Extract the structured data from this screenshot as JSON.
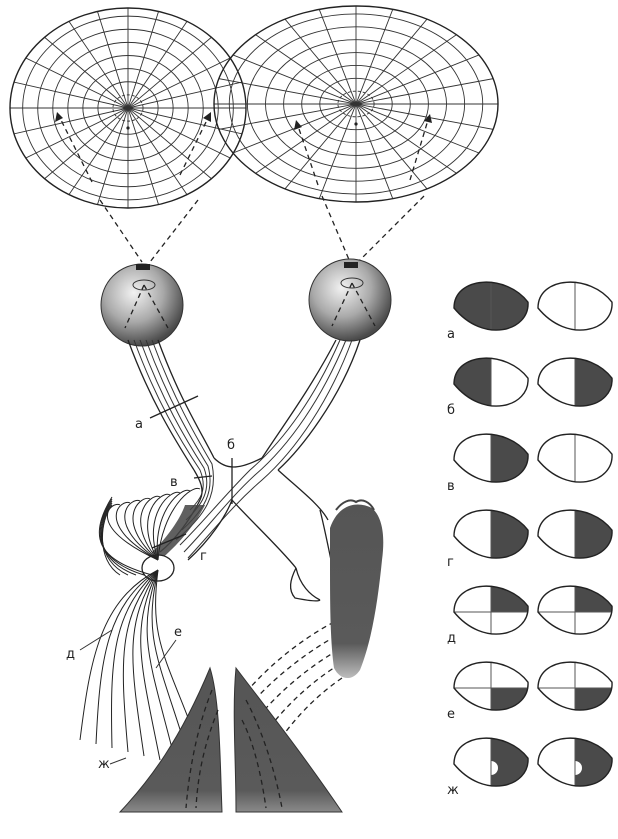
{
  "colors": {
    "shade": "#4a4a4a",
    "line": "#222222",
    "eyeball": "#8c8c8c"
  },
  "diagram_labels": {
    "a": "а",
    "b": "б",
    "v": "в",
    "g": "г",
    "d": "д",
    "e": "е",
    "zh": "ж"
  },
  "defects": [
    {
      "label": "а",
      "left": [
        "full"
      ],
      "right": [
        "none"
      ]
    },
    {
      "label": "б",
      "left": [
        "lh"
      ],
      "right": [
        "rh"
      ]
    },
    {
      "label": "в",
      "left": [
        "rh"
      ],
      "right": [
        "none"
      ]
    },
    {
      "label": "г",
      "left": [
        "rh"
      ],
      "right": [
        "rh"
      ]
    },
    {
      "label": "д",
      "left": [
        "tr"
      ],
      "right": [
        "tr"
      ]
    },
    {
      "label": "е",
      "left": [
        "br"
      ],
      "right": [
        "br"
      ]
    },
    {
      "label": "ж",
      "left": [
        "rh",
        "hole"
      ],
      "right": [
        "rh",
        "hole"
      ]
    }
  ]
}
